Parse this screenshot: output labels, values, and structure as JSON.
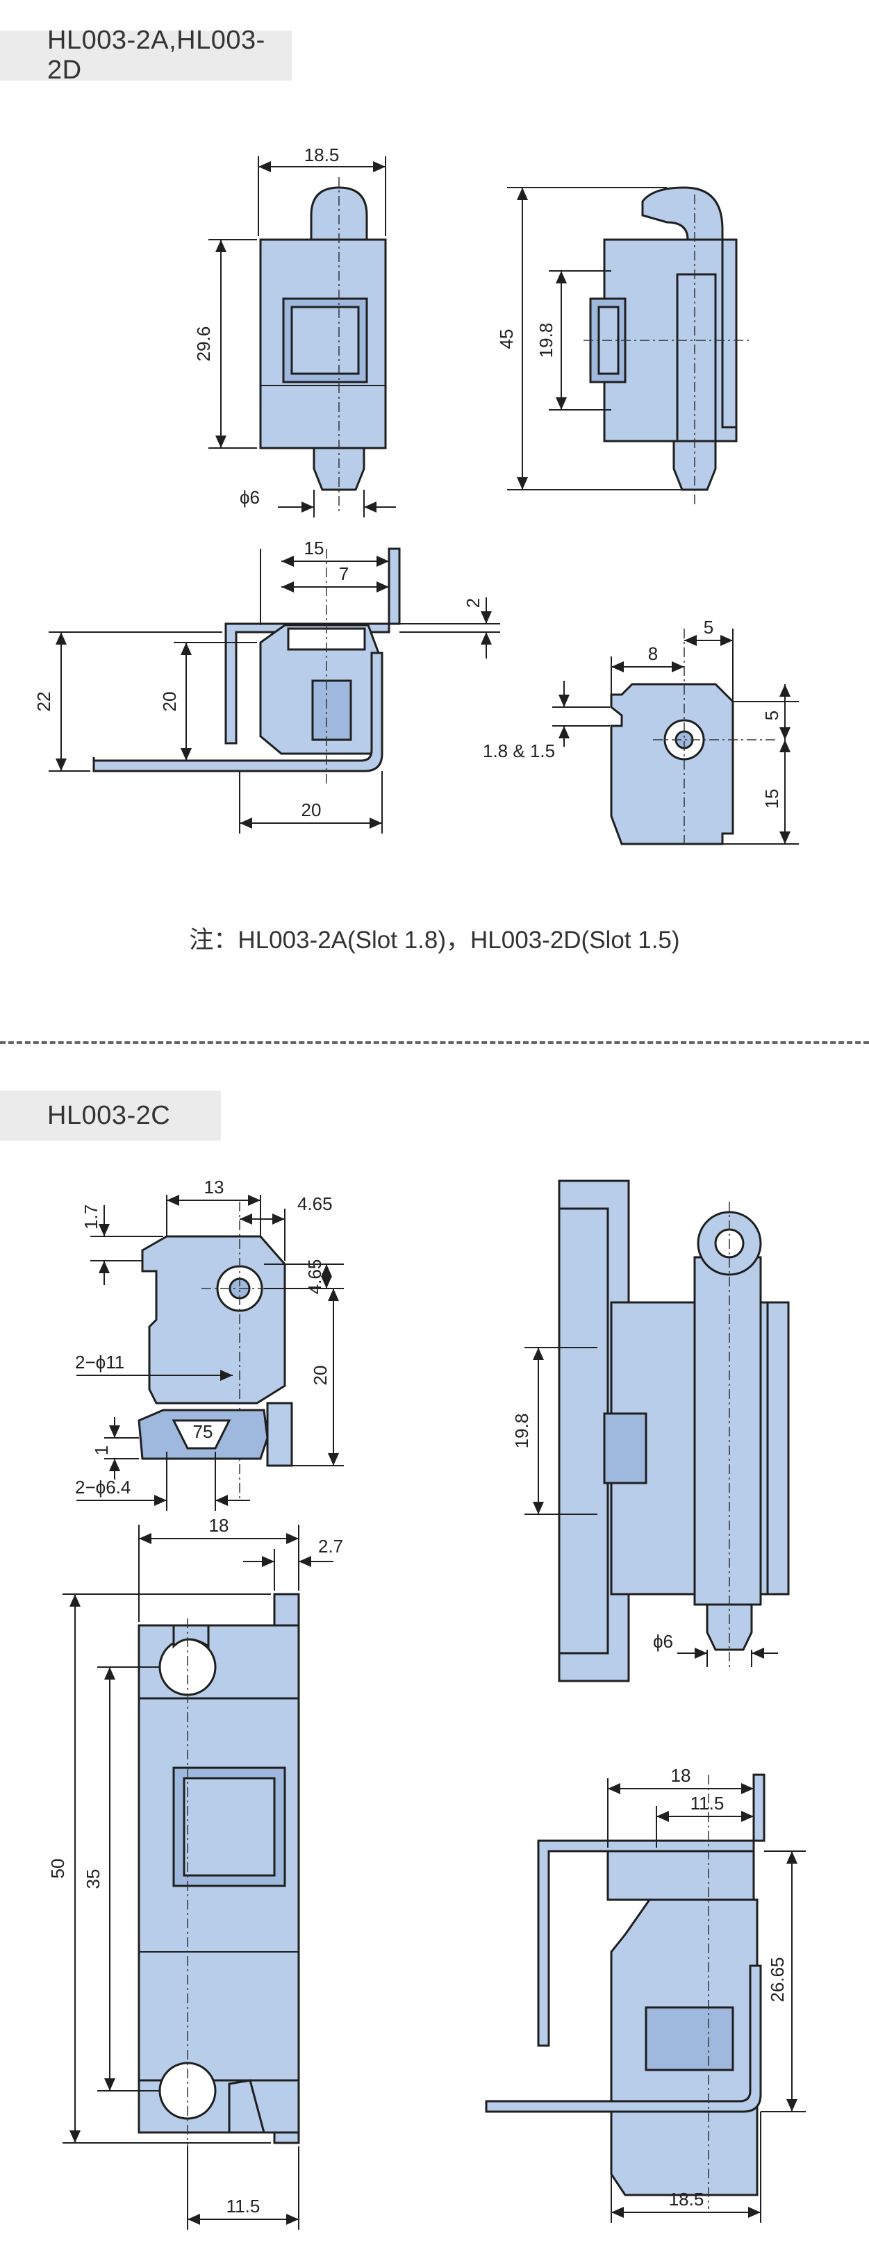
{
  "section_a": {
    "title": "HL003-2A,HL003-2D",
    "note": "注：HL003-2A(Slot 1.8)，HL003-2D(Slot 1.5)",
    "dims": {
      "width_top": "18.5",
      "height_body": "29.6",
      "pin_dia": "ϕ6",
      "height_total": "45",
      "slot_height": "19.8",
      "side_15": "15",
      "side_7": "7",
      "side_2": "2",
      "side_22": "22",
      "side_20v": "20",
      "side_20h": "20",
      "end_5_top": "5",
      "end_8": "8",
      "end_5_right": "5",
      "end_15": "15",
      "slot_options": "1.8 & 1.5"
    }
  },
  "section_c": {
    "title": "HL003-2C",
    "dims": {
      "top_13": "13",
      "top_4_65a": "4.65",
      "top_1_7": "1.7",
      "top_4_65b": "4.65",
      "hole_11": "2−ϕ11",
      "height_20": "20",
      "angle_75": "75",
      "thk_1": "1",
      "hole_6_4": "2−ϕ6.4",
      "width_18": "18",
      "flange_2_7": "2.7",
      "height_50": "50",
      "height_35": "35",
      "bottom_11_5": "11.5",
      "side_19_8": "19.8",
      "pin_dia": "ϕ6",
      "br_18": "18",
      "br_11_5": "11.5",
      "br_26_65": "26.65",
      "br_18_5": "18.5"
    }
  }
}
